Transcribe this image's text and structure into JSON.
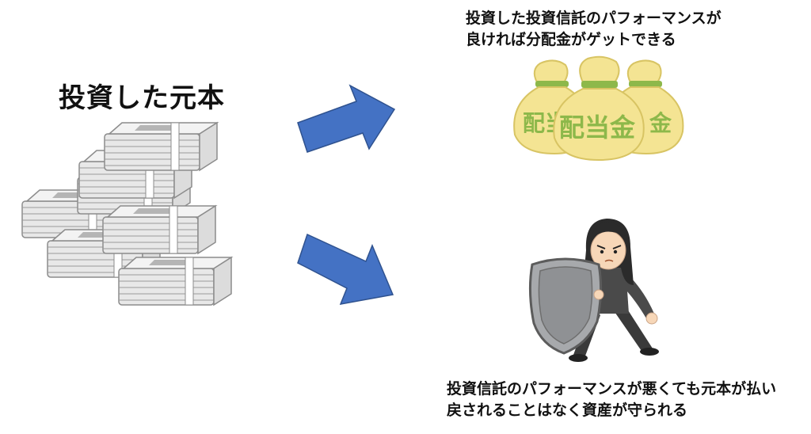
{
  "principal": {
    "title": "投資した元本"
  },
  "outcome_good": {
    "line1": "投資した投資信託のパフォーマンスが",
    "line2": "良ければ分配金がゲットできる",
    "bags": {
      "back_left": "配当",
      "front": "配当金",
      "back_right": "金"
    }
  },
  "outcome_bad": {
    "line1": "投資信託のパフォーマンスが悪くても元本が払い",
    "line2": "戻されることはなく資産が守られる"
  },
  "colors": {
    "arrow": "#4472C4",
    "bag": "#F4E493",
    "bag_text": "#8DB84A",
    "bill": "#EFEFEF",
    "shield": "#A7A9AC"
  },
  "icons": [
    "money-stack-icon",
    "money-bags-icon",
    "shield-person-icon",
    "arrow-up-right-icon",
    "arrow-down-right-icon"
  ]
}
